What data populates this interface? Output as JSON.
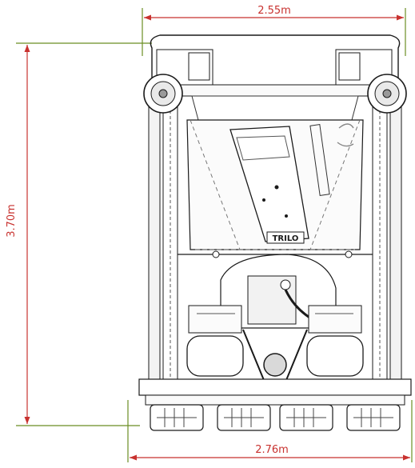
{
  "dimensions": {
    "width_label": "2.55m",
    "height_label": "3.70m",
    "overall_width_label": "2.76m",
    "dimension_color": "#c8322f",
    "extension_color": "#6b8e23"
  },
  "machine": {
    "brand_plate": "TRILO",
    "line_color": "#1a1a1a"
  }
}
